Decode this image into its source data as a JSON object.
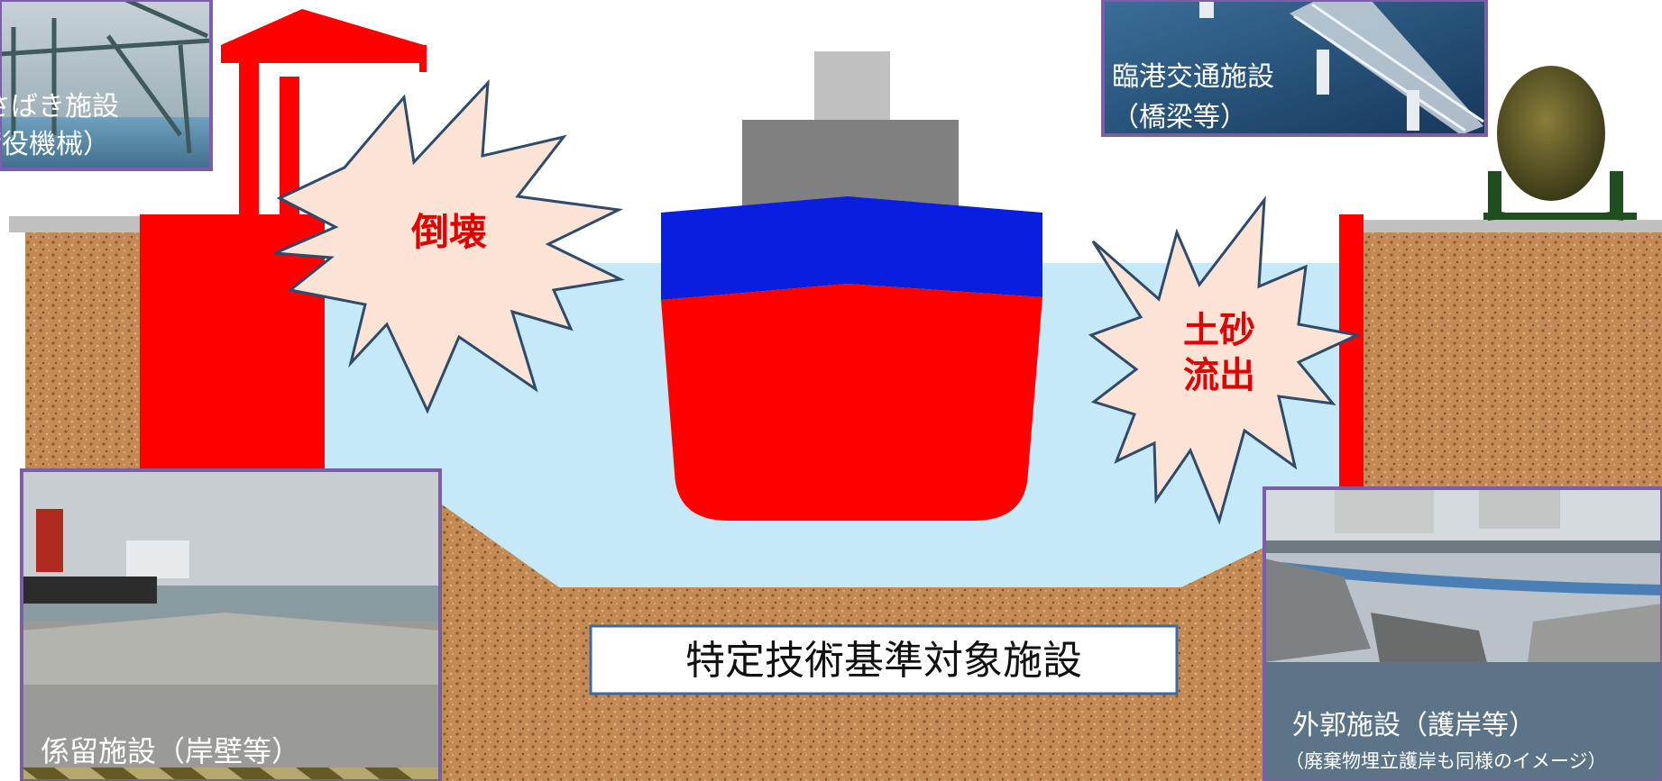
{
  "labels": {
    "crash_word": "倒壊",
    "sediment_line1": "土砂",
    "sediment_line2": "流出",
    "target_facilities": "特定技術基準対象施設"
  },
  "photos": {
    "handling": {
      "line1": "荷さばき施設",
      "line2": "（荷役機械）"
    },
    "bridge": {
      "line1": "臨港交通施設",
      "line2": "（橋梁等）"
    },
    "mooring": {
      "line1": "係留施設（岸壁等）"
    },
    "outer": {
      "line1": "外郭施設（護岸等）",
      "line2": "（廃棄物埋立護岸も同様のイメージ）"
    }
  },
  "colors": {
    "water": "#c6e9f7",
    "soil": "#c48a55",
    "structure_red": "#ff0000",
    "ship_blue": "#0a1ee0",
    "starburst_fill": "#fbe4d5",
    "starburst_stroke": "#2f4a6b",
    "photo_border": "#7b5ea8",
    "label_red": "#e00000"
  }
}
